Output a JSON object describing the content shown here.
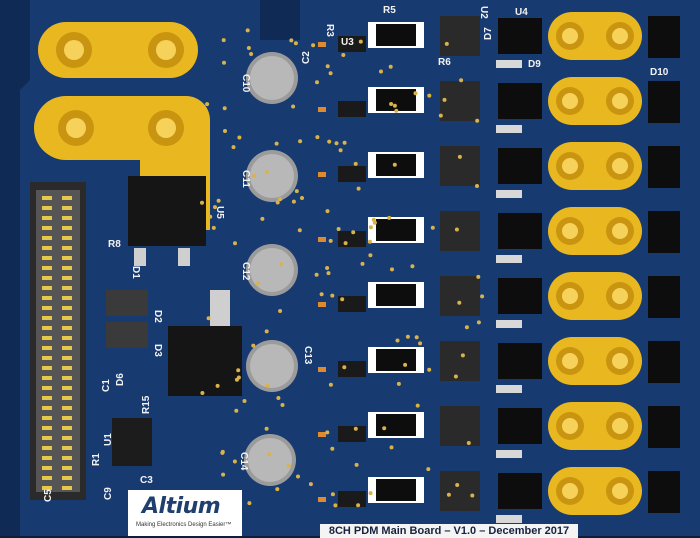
{
  "board": {
    "title": "8CH PDM Main Board – V1.0 – December 2017",
    "colors": {
      "substrate": "#0e2a55",
      "pour": "#1b3f78",
      "gold": "#e9b820",
      "silk": "#f2f2f2"
    }
  },
  "logo": {
    "wordmark": "Altium",
    "tagline": "Making Electronics Design Easier™"
  },
  "labels": {
    "r5": "R5",
    "u2": "U2",
    "u4": "U4",
    "d7": "D7",
    "r3": "R3",
    "c2": "C2",
    "u3": "U3",
    "r6": "R6",
    "d9": "D9",
    "d10": "D10",
    "c10": "C10",
    "c11": "C11",
    "u5": "U5",
    "r8": "R8",
    "d1": "D1",
    "c12": "C12",
    "d2": "D2",
    "d3": "D3",
    "c13": "C13",
    "d6": "D6",
    "c1": "C1",
    "r15": "R15",
    "u1": "U1",
    "c14": "C14",
    "r1": "R1",
    "c3": "C3",
    "c9": "C9",
    "c5": "C5"
  }
}
